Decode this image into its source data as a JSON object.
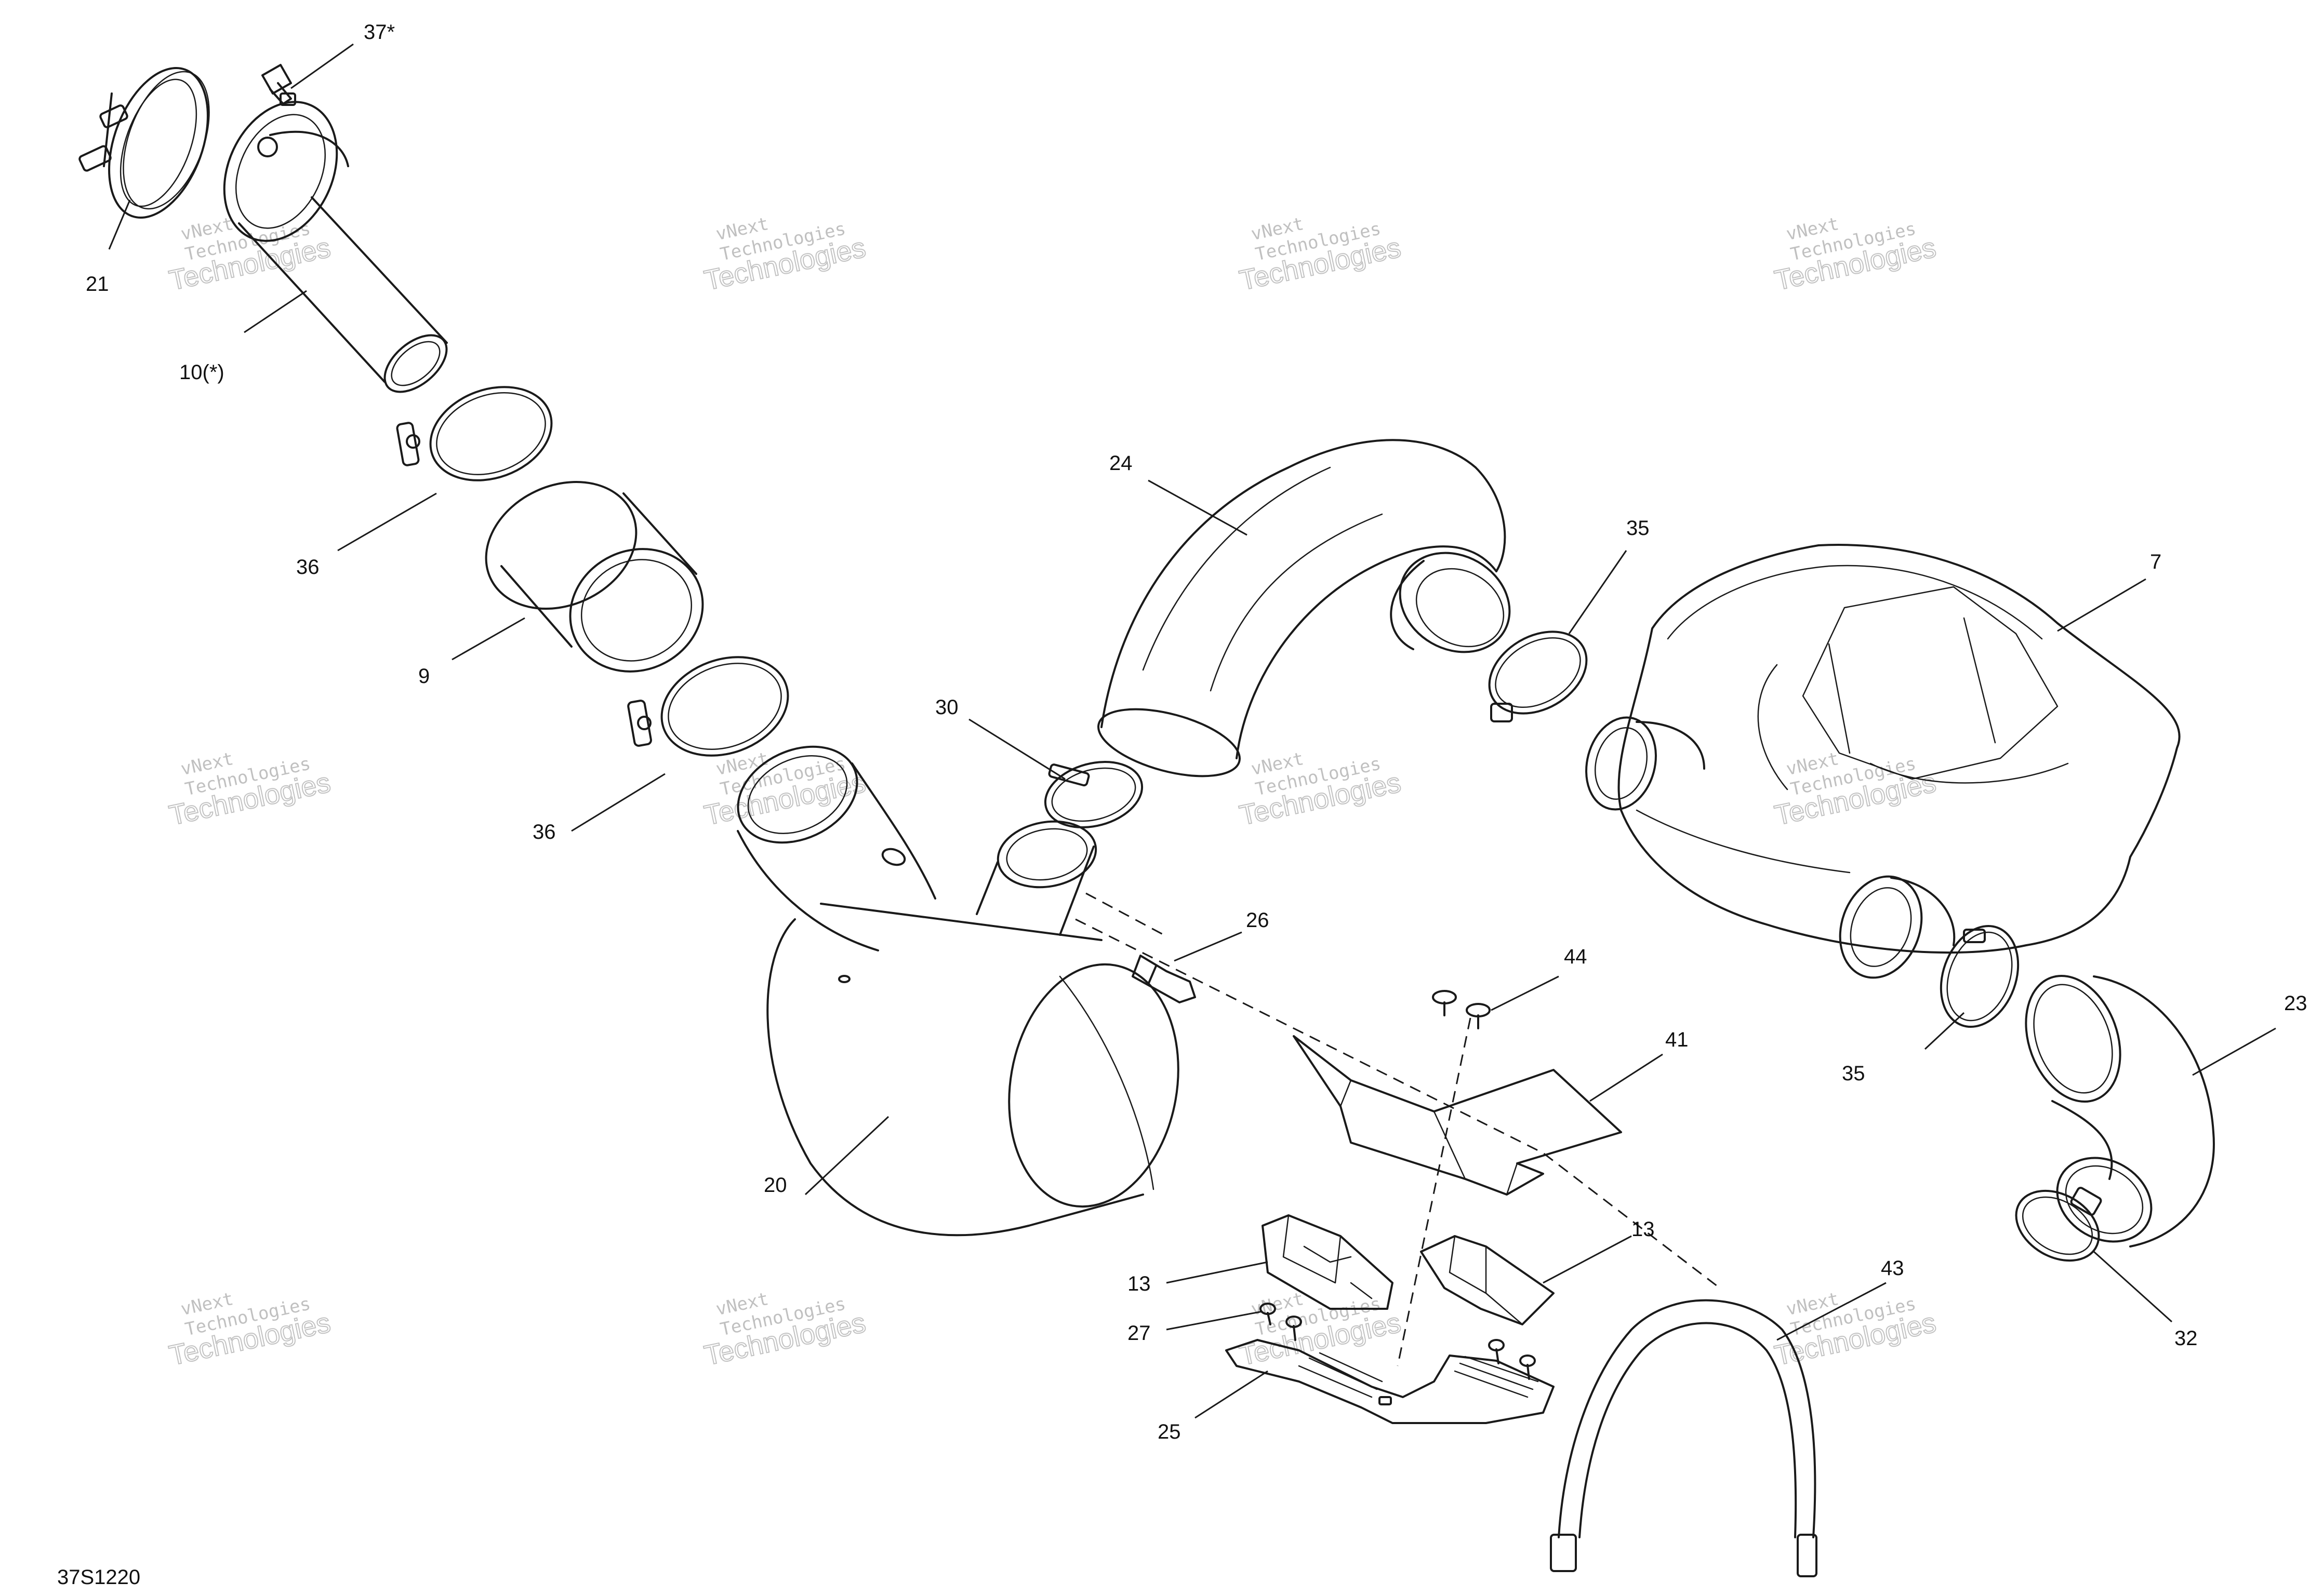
{
  "drawing": {
    "reference": "37S1220"
  },
  "callouts": {
    "c37": "37*",
    "c21": "21",
    "c10": "10(*)",
    "c24": "24",
    "c35a": "35",
    "c7": "7",
    "c36a": "36",
    "c9": "9",
    "c30": "30",
    "c36b": "36",
    "c26": "26",
    "c44": "44",
    "c41": "41",
    "c35b": "35",
    "c23": "23",
    "c20": "20",
    "c13a": "13",
    "c13b": "13",
    "c43": "43",
    "c27": "27",
    "c32": "32",
    "c25": "25"
  },
  "watermark": {
    "line1": "vNext",
    "line2": "Technologies"
  }
}
